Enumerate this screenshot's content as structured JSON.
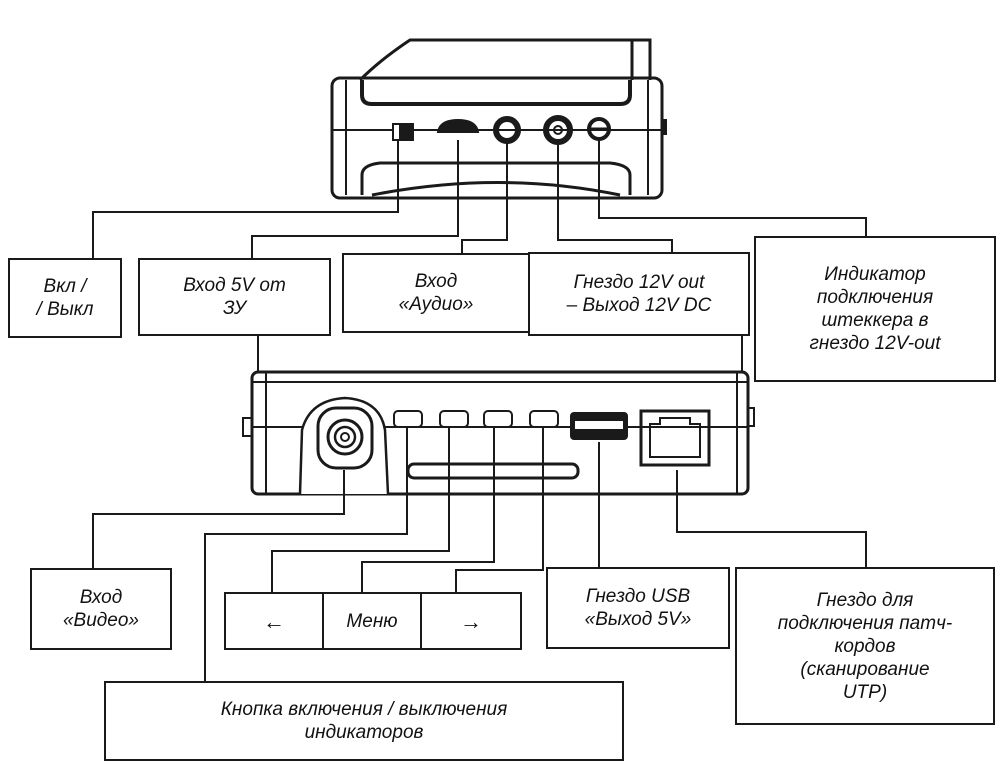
{
  "top_labels": [
    {
      "id": "power-switch",
      "lines": [
        "Вкл /",
        "/ Выкл"
      ]
    },
    {
      "id": "charger-input",
      "lines": [
        "Вход 5V от",
        "ЗУ"
      ]
    },
    {
      "id": "audio-input",
      "lines": [
        "Вход",
        "«Аудио»"
      ]
    },
    {
      "id": "12v-out",
      "lines": [
        "Гнездо 12V out",
        "– Выход 12V DC"
      ]
    },
    {
      "id": "plug-indicator",
      "lines": [
        "Индикатор",
        "подключения",
        "штеккера в",
        "гнездо 12V-out"
      ]
    }
  ],
  "bottom_labels": [
    {
      "id": "video-input",
      "lines": [
        "Вход",
        "«Видео»"
      ]
    },
    {
      "id": "usb-output",
      "lines": [
        "Гнездо USB",
        "«Выход 5V»"
      ]
    },
    {
      "id": "patch-cord-port",
      "lines": [
        "Гнездо для",
        "подключения патч-",
        "кордов",
        "(сканирование",
        "UTP)"
      ]
    },
    {
      "id": "indicator-toggle",
      "lines": [
        "Кнопка включения / выключения",
        "индикаторов"
      ]
    }
  ],
  "buttons": {
    "left": "←",
    "menu": "Меню",
    "right": "→"
  },
  "colors": {
    "line": "#1a1a1a",
    "background": "#ffffff"
  }
}
